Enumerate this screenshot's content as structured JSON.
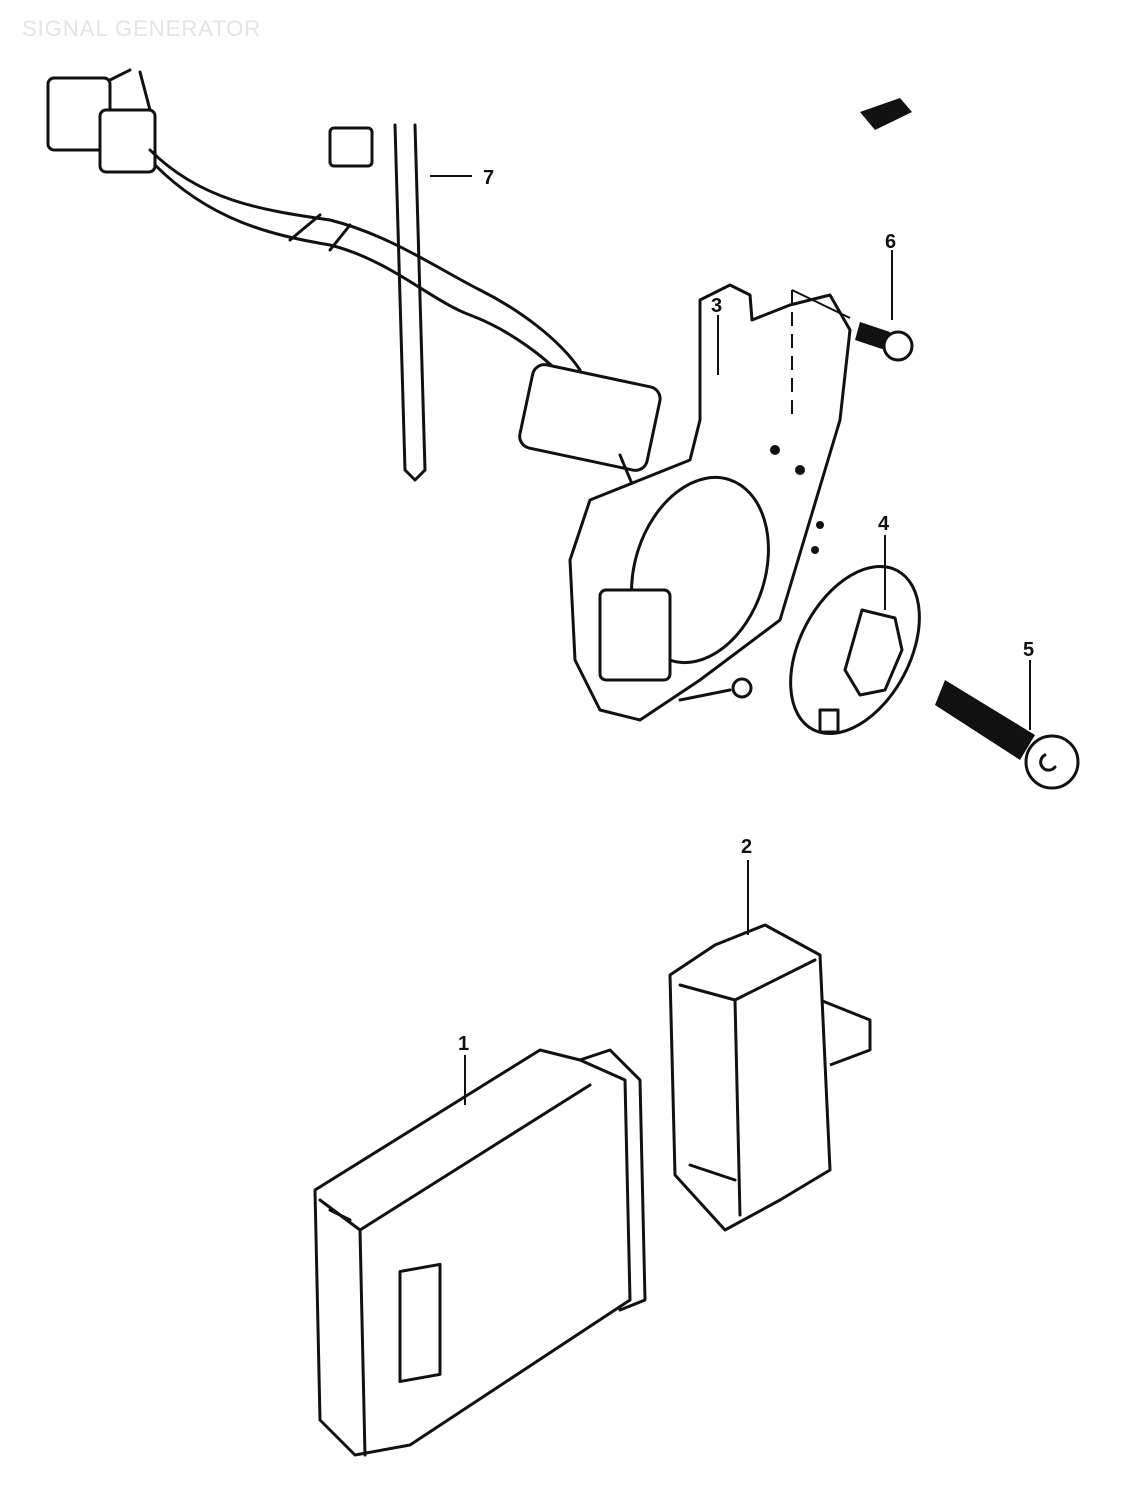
{
  "title": "SIGNAL GENERATOR",
  "callouts": [
    {
      "id": "1",
      "part": "igniter-unit"
    },
    {
      "id": "2",
      "part": "regulator-unit"
    },
    {
      "id": "3",
      "part": "signal-generator-plate"
    },
    {
      "id": "4",
      "part": "rotor"
    },
    {
      "id": "5",
      "part": "rotor-bolt"
    },
    {
      "id": "6",
      "part": "screw"
    },
    {
      "id": "7",
      "part": "clamp"
    }
  ]
}
